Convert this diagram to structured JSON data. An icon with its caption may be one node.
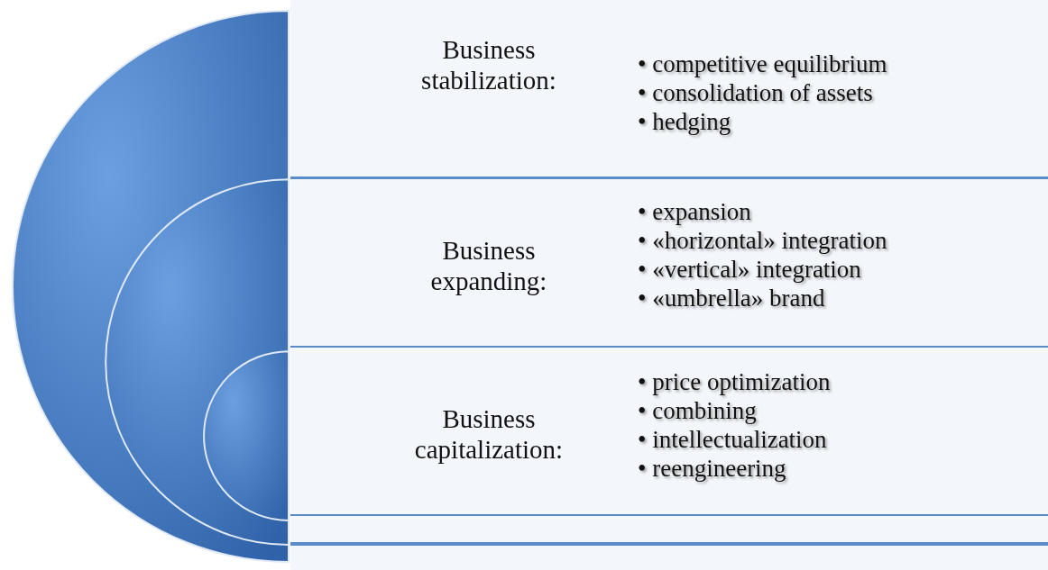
{
  "diagram": {
    "nodes": [
      {
        "text": [],
        "shape": "circle"
      },
      {
        "text": [],
        "shape": "circle",
        "in": 0
      },
      {
        "text": [],
        "shape": "circle",
        "in": 1
      },
      {
        "text": [
          "Business stabilization:",
          "• competitive equilibrium",
          "• consolidation of assets",
          "• hedging"
        ]
      },
      {
        "text": [
          "Business expanding:",
          "• expansion",
          "• «horizontal» integration",
          "• «vertical» integration",
          "• «umbrella» brand"
        ]
      },
      {
        "text": [
          "Business capitalization:",
          "• price optimization",
          "• combining",
          "• intellectualization",
          "• reengineering"
        ]
      },
      {
        "text": [],
        "shape": "box"
      },
      {
        "text": [],
        "shape": "box"
      }
    ]
  }
}
